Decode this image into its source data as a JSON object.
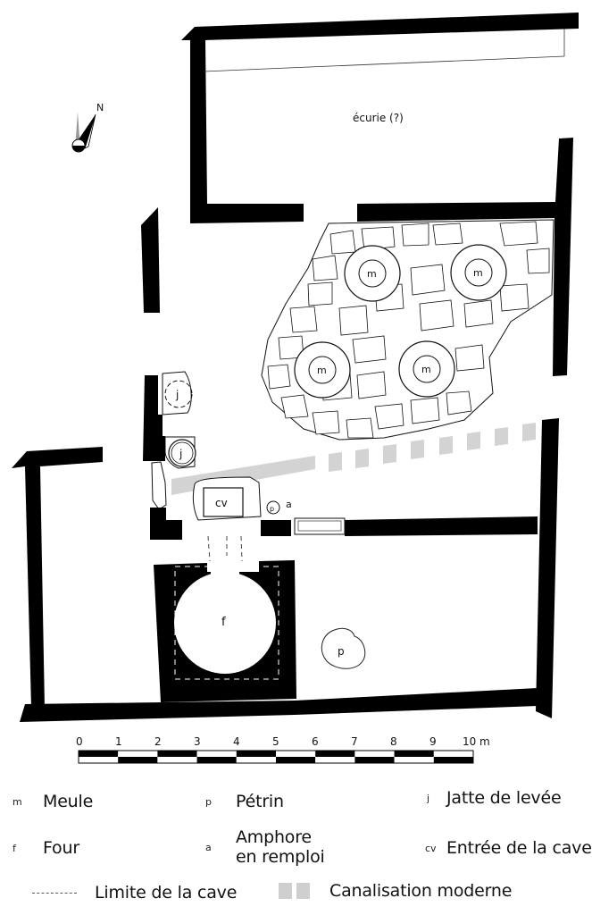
{
  "plan": {
    "room_label": "écurie (?)",
    "north_label": "N",
    "features": {
      "meule_label": "m",
      "four_label": "f",
      "petrin_label": "p",
      "amphore_label": "a",
      "amphore_inner": "p",
      "jatte_label": "j",
      "cave_label": "cv"
    }
  },
  "scale_bar": {
    "ticks": [
      "0",
      "1",
      "2",
      "3",
      "4",
      "5",
      "6",
      "7",
      "8",
      "9",
      "10"
    ],
    "unit": "m"
  },
  "legend": {
    "items": [
      {
        "abbr": "m",
        "text": "Meule"
      },
      {
        "abbr": "p",
        "text": "Pétrin"
      },
      {
        "abbr": "j",
        "text": "Jatte de levée"
      },
      {
        "abbr": "f",
        "text": "Four"
      },
      {
        "abbr": "a",
        "text_line1": "Amphore",
        "text_line2": "en remploi"
      },
      {
        "abbr": "cv",
        "text": "Entrée de la cave"
      }
    ],
    "dashed": {
      "text": "Limite de la cave"
    },
    "canal": {
      "text": "Canalisation moderne"
    }
  },
  "colors": {
    "wall": "#000000",
    "canal": "#d3d3d3",
    "petrin": "#888888",
    "background": "#ffffff"
  }
}
